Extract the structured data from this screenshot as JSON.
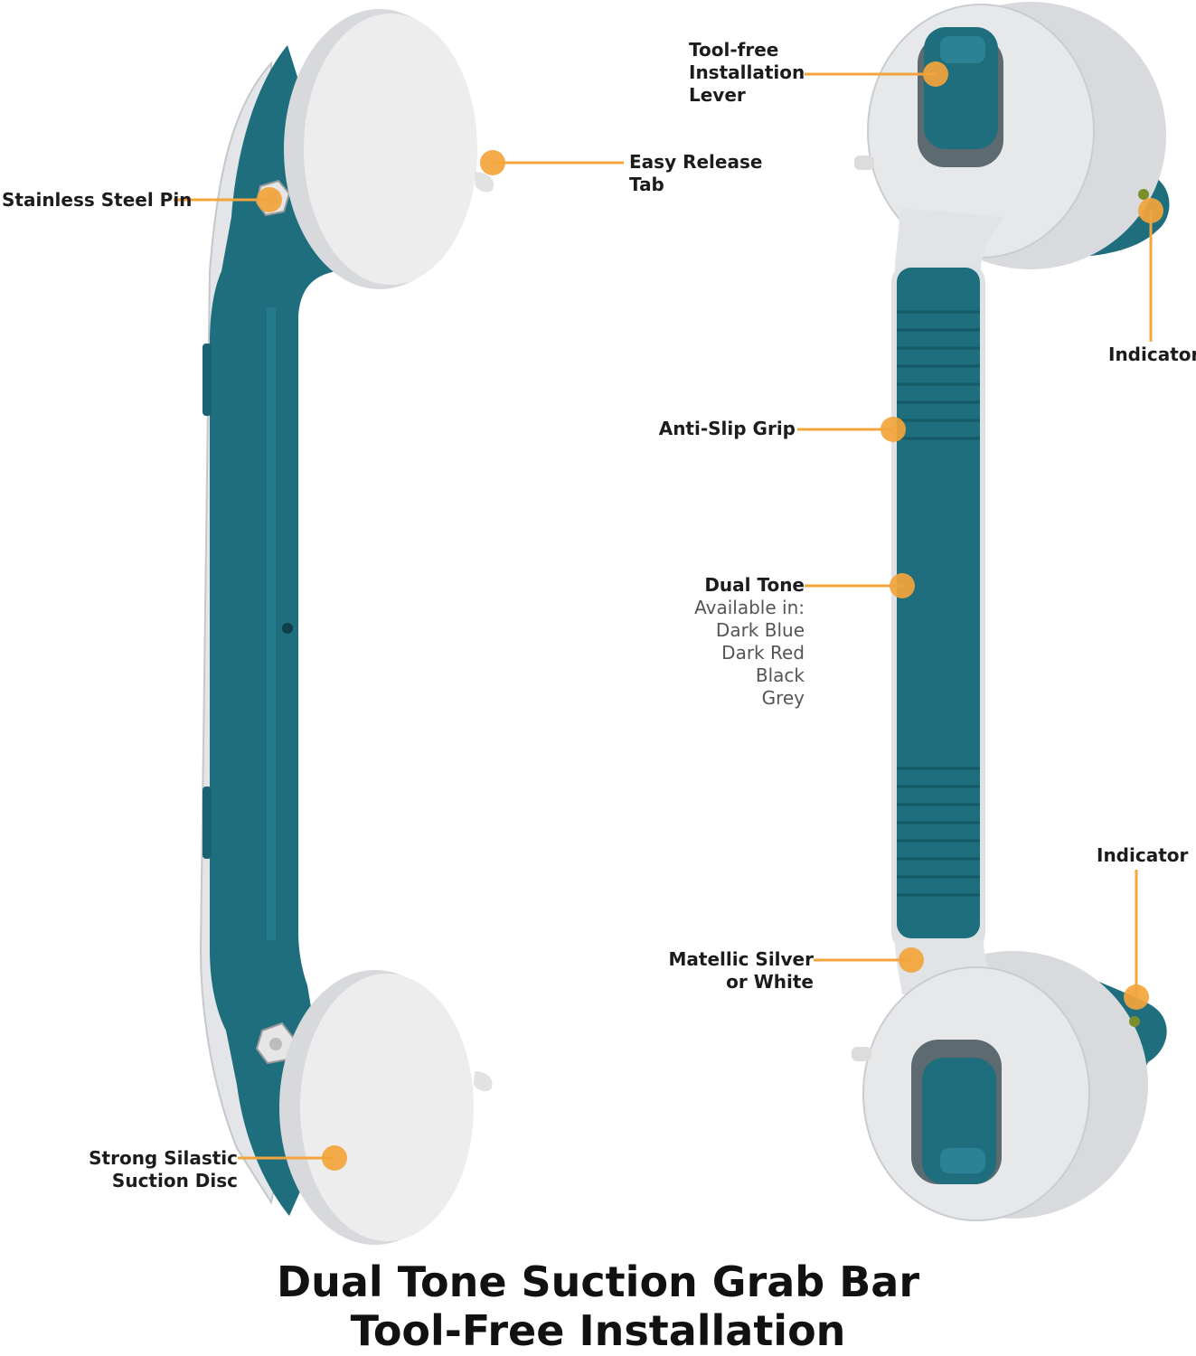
{
  "colors": {
    "teal": "#1e6e7e",
    "teal_dark": "#155564",
    "silver": "#e6e8ea",
    "silver_shade": "#c9cdd1",
    "disc": "#ececec",
    "marker": "#f3a43b",
    "text": "#1c1c1c"
  },
  "callouts": {
    "stainless_pin": "Stainless Steel Pin",
    "release_tab": [
      "Easy Release",
      "Tab"
    ],
    "lever": [
      "Tool-free",
      "Installation",
      "Lever"
    ],
    "indicator_top": "Indicator",
    "anti_slip": "Anti-Slip Grip",
    "dual_tone": "Dual Tone",
    "available_in": "Available in:",
    "colors_list": [
      "Dark Blue",
      "Dark Red",
      "Black",
      "Grey"
    ],
    "indicator_bottom": "Indicator",
    "metallic": [
      "Matellic Silver",
      "or White"
    ],
    "suction_disc": [
      "Strong Silastic",
      "Suction Disc"
    ]
  },
  "title": {
    "line1": "Dual Tone Suction Grab Bar",
    "line2": "Tool-Free Installation"
  }
}
